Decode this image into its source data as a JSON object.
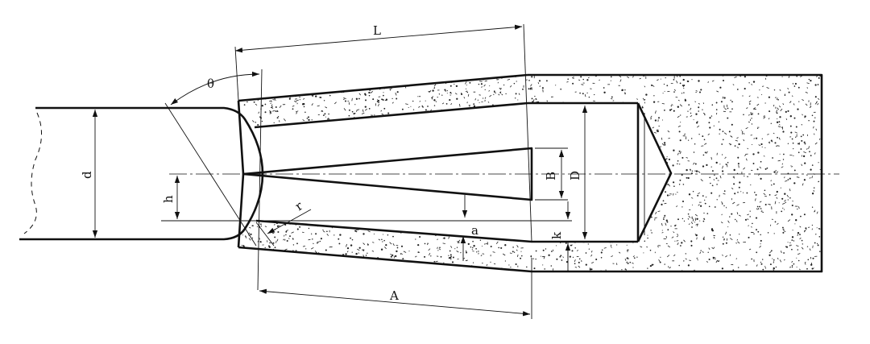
{
  "labels": {
    "L": "L",
    "theta": "θ",
    "d": "d",
    "h": "h",
    "r": "r",
    "a": "a",
    "A": "A",
    "B": "B",
    "D": "D",
    "k": "k"
  },
  "colors": {
    "line": "#111111",
    "background": "#ffffff",
    "stipple": "#222222"
  }
}
